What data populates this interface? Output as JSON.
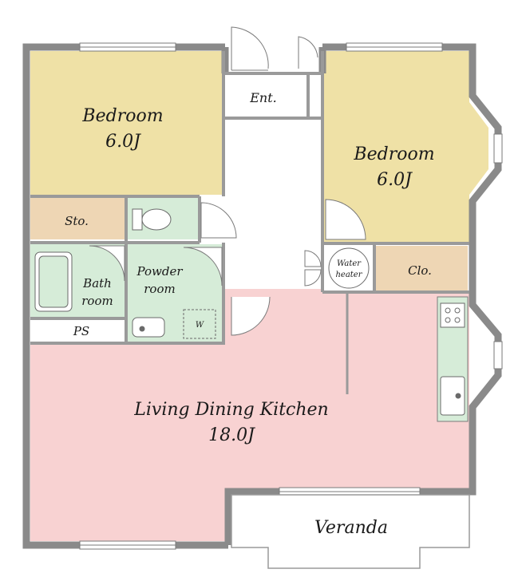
{
  "rooms": {
    "bedroom_left": {
      "name": "Bedroom",
      "size": "6.0J"
    },
    "bedroom_right": {
      "name": "Bedroom",
      "size": "6.0J"
    },
    "entrance": {
      "name": "Ent."
    },
    "storage": {
      "name": "Sto."
    },
    "closet": {
      "name": "Clo."
    },
    "bath": {
      "name_line1": "Bath",
      "name_line2": "room"
    },
    "powder": {
      "name_line1": "Powder",
      "name_line2": "room"
    },
    "washer": {
      "name": "W"
    },
    "pipe_space": {
      "name": "PS"
    },
    "water_heater": {
      "name_line1": "Water",
      "name_line2": "heater"
    },
    "ldk": {
      "name": "Living Dining Kitchen",
      "size": "18.0J"
    },
    "veranda": {
      "name": "Veranda"
    }
  },
  "colors": {
    "bedroom": "#efe1a6",
    "storage": "#eed6b4",
    "wet_area": "#d6ecd8",
    "ldk": "#f8d2d2",
    "wall": "#8a8a8a",
    "veranda": "#ffffff"
  }
}
